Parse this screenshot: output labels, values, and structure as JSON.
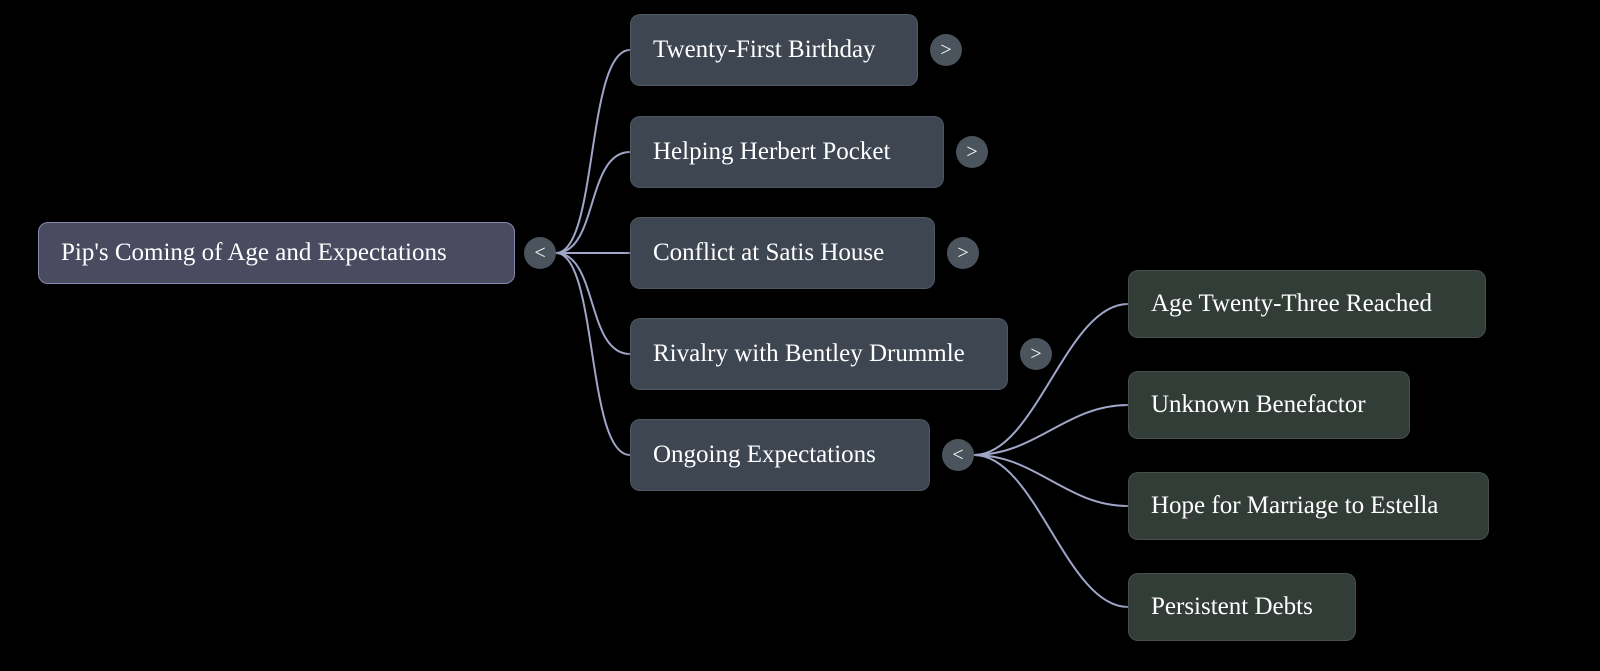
{
  "colors": {
    "background": "#000000",
    "edge": "#a0a6c8",
    "root_bg": "#4a4a61",
    "root_border": "#8688b0",
    "child_bg": "#3d4651",
    "grandchild_bg": "#333d38",
    "button_bg": "#4b545c",
    "text": "#ffffff"
  },
  "root": {
    "label": "Pip's Coming of Age and Expectations",
    "toggle": "<"
  },
  "children": [
    {
      "label": "Twenty-First Birthday",
      "toggle": ">"
    },
    {
      "label": "Helping Herbert Pocket",
      "toggle": ">"
    },
    {
      "label": "Conflict at Satis House",
      "toggle": ">"
    },
    {
      "label": "Rivalry with Bentley Drummle",
      "toggle": ">"
    },
    {
      "label": "Ongoing Expectations",
      "toggle": "<",
      "children": [
        {
          "label": "Age Twenty-Three Reached"
        },
        {
          "label": "Unknown Benefactor"
        },
        {
          "label": "Hope for Marriage to Estella"
        },
        {
          "label": "Persistent Debts"
        }
      ]
    }
  ]
}
